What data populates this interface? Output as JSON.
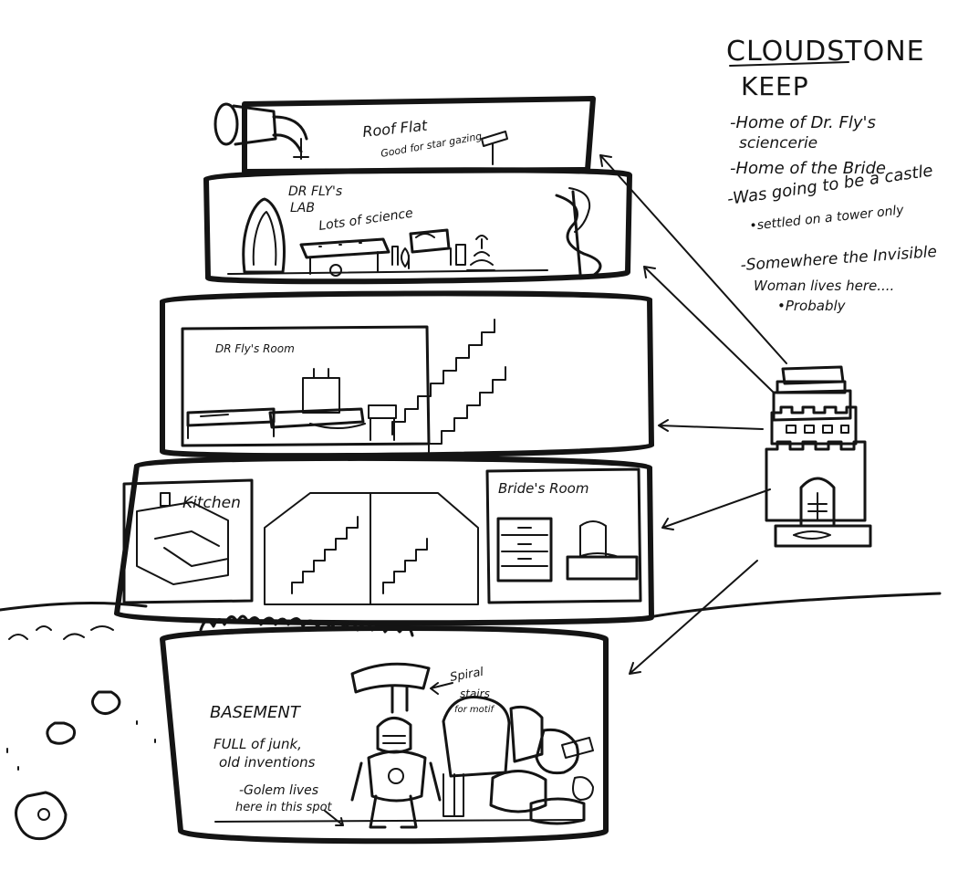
{
  "title": {
    "line1": "CLOUDSTONE",
    "line2": "KEEP"
  },
  "notes": [
    "-Home of Dr. Fly's",
    "sciencerie",
    "-Home of the Bride",
    "-Was going to be a castle",
    "•settled on a tower only",
    "-Somewhere the Invisible",
    "Woman lives here....",
    "•Probably"
  ],
  "rooms": {
    "roof": {
      "name": "Roof Flat",
      "note": "Good for star gazing"
    },
    "lab": {
      "name1": "DR FLY's",
      "name2": "LAB",
      "note": "Lots of science"
    },
    "dr_room": {
      "name": "DR Fly's Room"
    },
    "kitchen": {
      "name": "Kitchen"
    },
    "bride_room": {
      "name": "Bride's Room"
    },
    "basement": {
      "name": "BASEMENT",
      "note1": "FULL of junk,",
      "note2": "old inventions",
      "golem1": "-Golem lives",
      "golem2": "here in this spot",
      "stairs1": "Spiral",
      "stairs2": "stairs",
      "stairs3": "for motif"
    }
  }
}
